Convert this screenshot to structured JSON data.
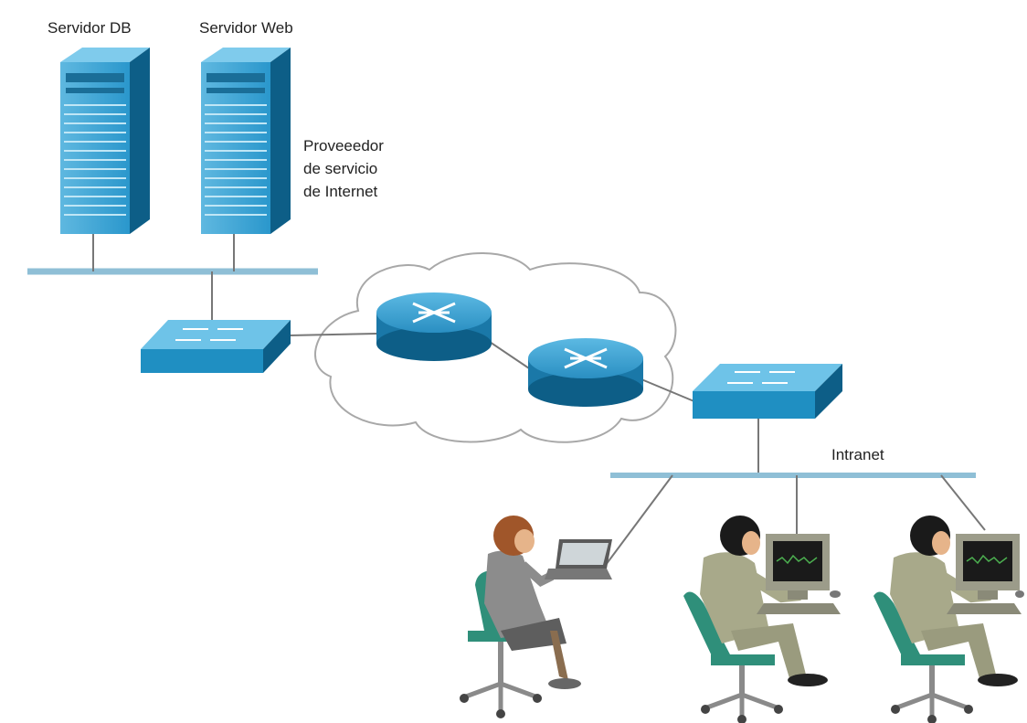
{
  "labels": {
    "server_db": "Servidor DB",
    "server_web": "Servidor Web",
    "isp_line1": "Proveeedor",
    "isp_line2": "de servicio",
    "isp_line3": "de Internet",
    "intranet": "Intranet"
  },
  "colors": {
    "device_blue": "#1f8fc2",
    "device_dark": "#0d5e87",
    "device_light": "#6ec3e8",
    "bus_line": "#8fbfd6",
    "cloud_outline": "#a8a8a8",
    "chair_green": "#2f8f7a",
    "suit_tan": "#a8a98a"
  },
  "icons": [
    "server-icon",
    "switch-icon",
    "router-icon",
    "cloud-icon",
    "laptop-icon",
    "desktop-icon",
    "user-icon"
  ]
}
